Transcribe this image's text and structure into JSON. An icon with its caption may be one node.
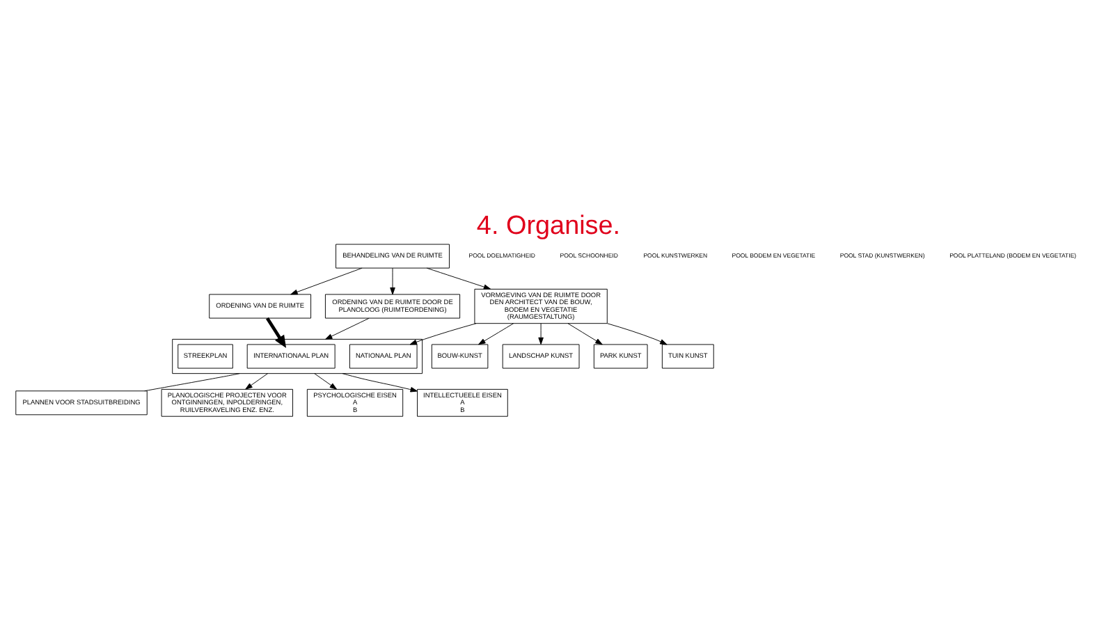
{
  "diagram": {
    "title": "4. Organise.",
    "nodes": [
      {
        "text": [
          "BEHANDELING VAN DE RUIMTE"
        ]
      },
      {
        "text": [
          "ORDENING VAN DE RUIMTE"
        ]
      },
      {
        "text": [
          "ORDENING VAN DE RUIMTE DOOR DE PLANOLOOG (RUIMTEORDENING)"
        ]
      },
      {
        "text": [
          "VORMGEVING VAN DE RUIMTE DOOR DEN ARCHITECT VAN DE BOUW, BODEM EN VEGETATIE (RAUMGESTALTUNG)"
        ]
      },
      {
        "text": [],
        "shape": "box"
      },
      {
        "text": [
          "INTERNATIONAAL PLAN"
        ],
        "in": 4
      },
      {
        "text": [
          "NATIONAAL PLAN"
        ],
        "in": 4
      },
      {
        "text": [
          "STREEKPLAN"
        ],
        "in": 4
      },
      {
        "text": [
          "BOUW-KUNST"
        ]
      },
      {
        "text": [
          "LANDSCHAP KUNST"
        ]
      },
      {
        "text": [
          "PARK KUNST"
        ]
      },
      {
        "text": [
          "TUIN KUNST"
        ]
      },
      {
        "text": [
          "PLANNEN VOOR STADSUITBREIDING"
        ]
      },
      {
        "text": [
          "PLANOLOGISCHE PROJECTEN VOOR ONTGINNINGEN, INPOLDERINGEN, RUILVERKAVELING ENZ. ENZ."
        ]
      },
      {
        "text": [
          "PSYCHOLOGISCHE EISEN",
          "A",
          "B"
        ]
      },
      {
        "text": [
          "INTELLECTUEELE EISEN",
          "A",
          "B"
        ]
      }
    ],
    "edges": [
      {
        "from": 0,
        "to": 1,
        "arrow": "to"
      },
      {
        "from": 0,
        "to": 2,
        "arrow": "to"
      },
      {
        "from": 0,
        "to": 3,
        "arrow": "to"
      },
      {
        "from": 2,
        "to": 4,
        "arrow": "to"
      },
      {
        "from": 1,
        "to": 5,
        "arrow": "to",
        "style": "thick"
      },
      {
        "from": 3,
        "to": 6,
        "arrow": "to"
      },
      {
        "from": 3,
        "to": 8,
        "arrow": "to"
      },
      {
        "from": 3,
        "to": 9,
        "arrow": "to"
      },
      {
        "from": 3,
        "to": 10,
        "arrow": "to"
      },
      {
        "from": 3,
        "to": 11,
        "arrow": "to"
      },
      {
        "from": 4,
        "to": 12,
        "arrow": "none"
      },
      {
        "from": 4,
        "to": 13,
        "arrow": "to"
      },
      {
        "from": 4,
        "to": 14,
        "arrow": "to"
      },
      {
        "from": 4,
        "to": 15,
        "arrow": "to"
      }
    ],
    "labels": [
      "POOL DOELMATIGHEID",
      "POOL SCHOONHEID",
      "POOL KUNSTWERKEN",
      "POOL BODEM EN VEGETATIE",
      "POOL STAD (KUNSTWERKEN)",
      "POOL PLATTELAND (BODEM EN VEGETATIE)"
    ]
  }
}
